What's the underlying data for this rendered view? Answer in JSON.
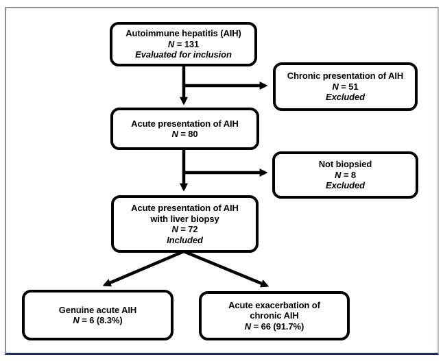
{
  "diagram": {
    "type": "flowchart",
    "boxes": {
      "evaluated": {
        "title": "Autoimmune hepatitis (AIH)",
        "n_label": "N",
        "n_value": " = 131",
        "note": "Evaluated for inclusion"
      },
      "chronic_excluded": {
        "title": "Chronic presentation of AIH",
        "n_label": "N",
        "n_value": " = 51",
        "note": "Excluded"
      },
      "acute": {
        "title": "Acute presentation of AIH",
        "n_label": "N",
        "n_value": " = 80"
      },
      "not_biopsied": {
        "title": "Not biopsied",
        "n_label": "N",
        "n_value": " = 8",
        "note": "Excluded"
      },
      "biopsy_included": {
        "title_line1": "Acute presentation of AIH",
        "title_line2": "with liver biopsy",
        "n_label": "N",
        "n_value": " = 72",
        "note": "Included"
      },
      "genuine_acute": {
        "title": "Genuine acute AIH",
        "n_label": "N",
        "n_value": " = 6 (8.3%)"
      },
      "acute_exacerbation": {
        "title_line1": "Acute exacerbation of",
        "title_line2": "chronic AIH",
        "n_label": "N",
        "n_value": " = 66 (91.7%)"
      }
    },
    "colors": {
      "box_border": "#000000",
      "arrow": "#000000",
      "text": "#000000",
      "frame_border": "#8e8e9c",
      "frame_border_right": "#b6b6c6",
      "frame_border_bottom": "#1c2a63",
      "background": "#ffffff"
    }
  }
}
